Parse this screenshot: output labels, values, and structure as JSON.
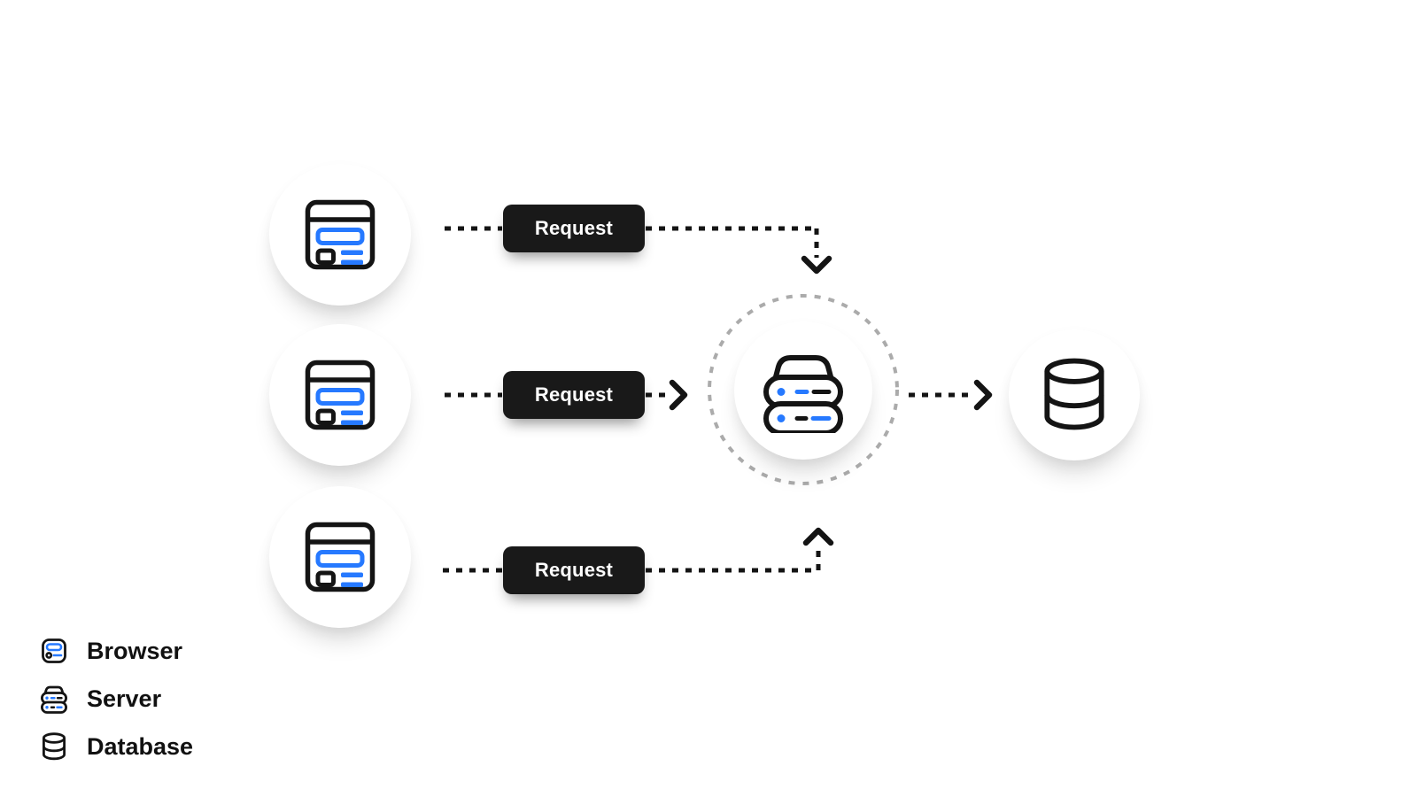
{
  "colors": {
    "background": "#ffffff",
    "accent_blue": "#2679ff",
    "ink": "#141414",
    "ring_gray": "#ababab",
    "button_bg": "#191919",
    "button_text": "#ffffff"
  },
  "diagram": {
    "type": "request-flow",
    "rows": [
      {
        "node_icon": "browser-icon",
        "request_label": "Request",
        "arrow": "into-server-from-top"
      },
      {
        "node_icon": "browser-icon",
        "request_label": "Request",
        "arrow": "into-server-straight"
      },
      {
        "node_icon": "browser-icon",
        "request_label": "Request",
        "arrow": "into-server-from-bottom"
      }
    ],
    "center_node_icon": "server-icon",
    "center_node_highlight": "dashed-ring",
    "right_node_icon": "database-icon",
    "server_to_database_arrow": "dotted-right"
  },
  "legend": {
    "items": [
      {
        "icon": "browser-icon",
        "label": "Browser"
      },
      {
        "icon": "server-icon",
        "label": "Server"
      },
      {
        "icon": "database-icon",
        "label": "Database"
      }
    ]
  }
}
